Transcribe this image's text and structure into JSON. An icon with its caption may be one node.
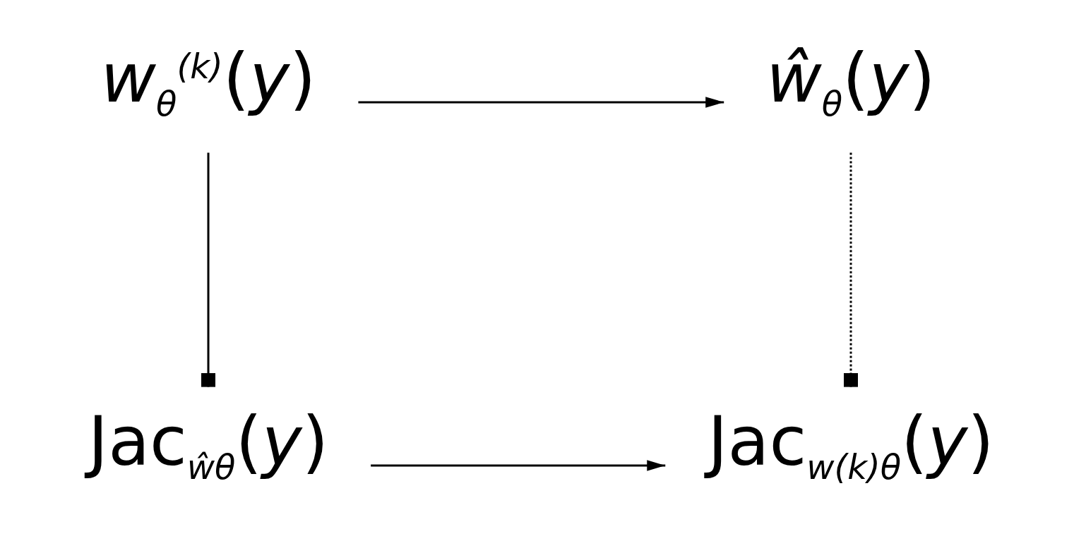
{
  "diagram": {
    "nodes": [
      {
        "text": [
          "*w*$_{θ}$$^{(k)}$(*y*)"
        ]
      },
      {
        "text": [
          "*ŵ*$_{θ}$(*y*)"
        ]
      },
      {
        "text": [
          "Jac$_{ŵθ}$(*y*)"
        ]
      },
      {
        "text": [
          "Jac$_{w(k)θ}$(*y*)"
        ]
      }
    ],
    "edges": [
      {
        "from": 0,
        "to": 1,
        "arrow": "to"
      },
      {
        "from": 0,
        "to": 2,
        "arrow": "other"
      },
      {
        "from": 1,
        "to": 3,
        "arrow": "other",
        "style": "dashed"
      },
      {
        "from": 2,
        "to": 3,
        "arrow": "to"
      }
    ]
  }
}
